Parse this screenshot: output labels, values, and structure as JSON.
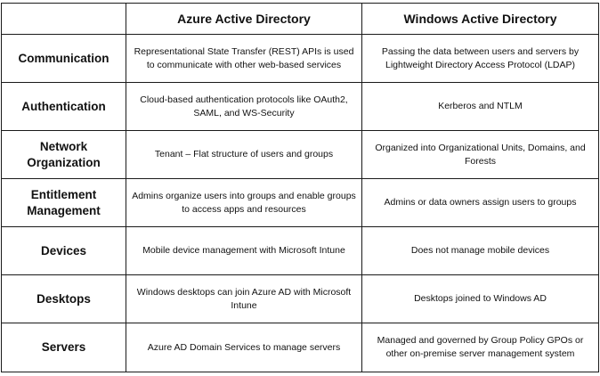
{
  "table": {
    "columns": [
      "",
      "Azure Active Directory",
      "Windows Active Directory"
    ],
    "rows": [
      {
        "label": "Communication",
        "azure": "Representational State Transfer (REST) APIs is used to communicate with other web-based services",
        "windows": "Passing the data between users and servers by Lightweight Directory Access Protocol (LDAP)"
      },
      {
        "label": "Authentication",
        "azure": "Cloud-based authentication protocols like OAuth2, SAML, and WS-Security",
        "windows": "Kerberos and NTLM"
      },
      {
        "label": "Network Organization",
        "azure": "Tenant – Flat structure of users and groups",
        "windows": "Organized into Organizational Units, Domains, and Forests"
      },
      {
        "label": "Entitlement Management",
        "azure": "Admins organize users into groups and enable groups to access apps and resources",
        "windows": "Admins or data owners assign users to groups"
      },
      {
        "label": "Devices",
        "azure": "Mobile device management with Microsoft Intune",
        "windows": "Does not manage mobile devices"
      },
      {
        "label": "Desktops",
        "azure": "Windows desktops can join Azure AD with Microsoft Intune",
        "windows": "Desktops joined to Windows AD"
      },
      {
        "label": "Servers",
        "azure": "Azure AD Domain Services to manage servers",
        "windows": "Managed and governed by Group Policy GPOs or other on-premise server management system"
      }
    ]
  }
}
